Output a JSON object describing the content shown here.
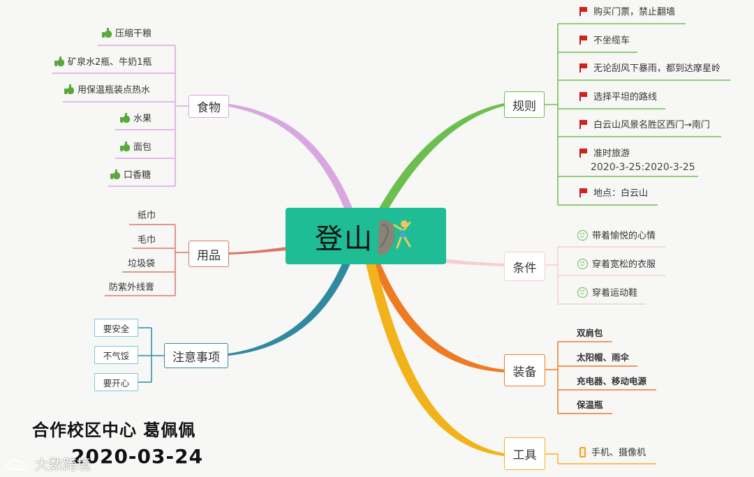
{
  "root": {
    "title": "登山"
  },
  "colors": {
    "food": "#d9a7e0",
    "supplies": "#d77864",
    "notes": "#2f8aa0",
    "rules": "#6cbf4e",
    "conditions": "#f5cfcf",
    "equipment": "#ee7a22",
    "tools": "#f2b31a",
    "root": "#1ebd96"
  },
  "food": {
    "label": "食物",
    "items": [
      "压缩干粮",
      "矿泉水2瓶、牛奶1瓶",
      "用保温瓶装点热水",
      "水果",
      "面包",
      "口香糖"
    ]
  },
  "supplies": {
    "label": "用品",
    "items": [
      "纸巾",
      "毛巾",
      "垃圾袋",
      "防紫外线膏"
    ]
  },
  "notes": {
    "label": "注意事项",
    "items": [
      "要安全",
      "不气馁",
      "要开心"
    ]
  },
  "rules": {
    "label": "规则",
    "items": [
      "购买门票，禁止翻墙",
      "不坐缆车",
      "无论刮风下暴雨，都到达摩星岭",
      "选择平坦的路线",
      "白云山风景名胜区西门→南门",
      "准时旅游",
      "地点：白云山"
    ],
    "time_note": "2020-3-25:2020-3-25"
  },
  "conditions": {
    "label": "条件",
    "items": [
      "带着愉悦的心情",
      "穿着宽松的衣服",
      "穿着运动鞋"
    ]
  },
  "equipment": {
    "label": "装备",
    "items": [
      "双肩包",
      "太阳帽、雨伞",
      "充电器、移动电源",
      "保温瓶"
    ]
  },
  "tools": {
    "label": "工具",
    "items": [
      "手机、摄像机"
    ]
  },
  "footer": {
    "line1": "合作校区中心 葛佩佩",
    "line2": "2020-03-24"
  },
  "watermark": "大数跨境",
  "icons": {
    "food": "thumbs-up-icon",
    "rules": "red-flag-icon",
    "conditions": "smiley-icon",
    "tools": "phone-icon",
    "root": "climber-icon",
    "watermark": "cloud-logo-icon"
  }
}
